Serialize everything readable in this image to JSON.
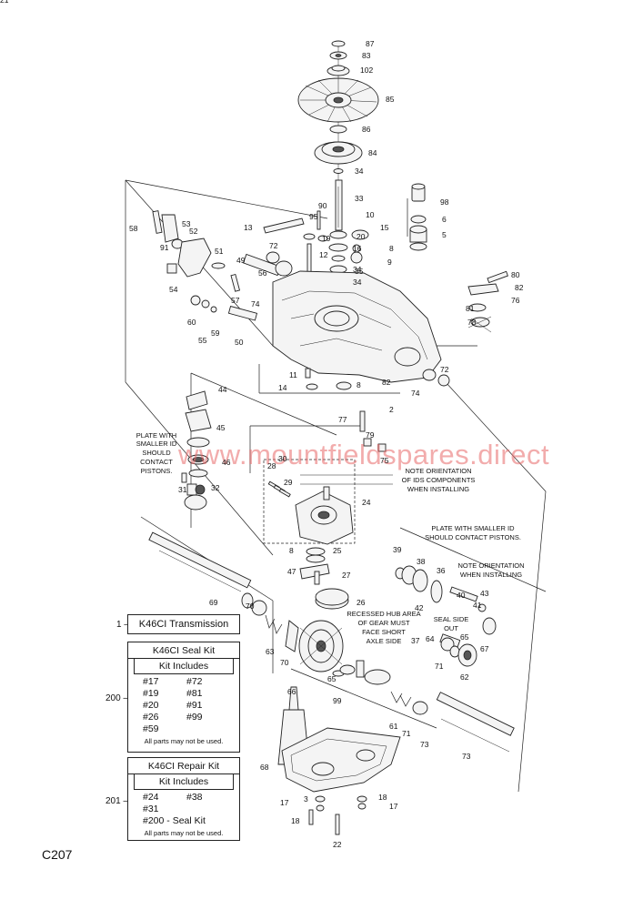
{
  "watermark": "www.mountfieldspares.direct",
  "page_code": "C207",
  "kits": {
    "transmission": {
      "ref": "1",
      "label": "K46CI Transmission"
    },
    "seal_kit": {
      "ref": "200",
      "title": "K46CI Seal Kit",
      "subtitle": "Kit Includes",
      "items": [
        "#17",
        "#72",
        "#19",
        "#81",
        "#20",
        "#91",
        "#26",
        "#99",
        "#59"
      ],
      "note": "All parts may not be used."
    },
    "repair_kit": {
      "ref": "201",
      "title": "K46CI Repair Kit",
      "subtitle": "Kit Includes",
      "items": [
        "#24",
        "#38",
        "#31",
        "",
        "#200 - Seal Kit"
      ],
      "note": "All parts may not be used."
    }
  },
  "notes": {
    "plate_left": [
      "PLATE WITH",
      "SMALLER ID",
      "SHOULD",
      "CONTACT",
      "PISTONS."
    ],
    "ids_orientation": [
      "NOTE ORIENTATION",
      "OF IDS COMPONENTS",
      "WHEN INSTALLING"
    ],
    "plate_right": [
      "PLATE WITH SMALLER ID",
      "SHOULD CONTACT PISTONS."
    ],
    "orientation_right": [
      "NOTE ORIENTATION",
      "WHEN INSTALLING"
    ],
    "seal_side": [
      "SEAL SIDE",
      "OUT"
    ],
    "recessed_hub": [
      "RECESSED HUB AREA",
      "OF GEAR MUST",
      "FACE SHORT",
      "AXLE SIDE"
    ]
  },
  "callouts": [
    "87",
    "83",
    "102",
    "85",
    "86",
    "84",
    "34",
    "33",
    "98",
    "90",
    "95",
    "10",
    "6",
    "13",
    "19",
    "20",
    "15",
    "5",
    "16",
    "8",
    "12",
    "34",
    "9",
    "58",
    "53",
    "52",
    "72",
    "35",
    "91",
    "51",
    "34",
    "49",
    "56",
    "54",
    "57",
    "74",
    "80",
    "82",
    "76",
    "81",
    "60",
    "59",
    "55",
    "50",
    "78",
    "11",
    "8",
    "82",
    "14",
    "74",
    "72",
    "2",
    "44",
    "77",
    "45",
    "79",
    "75",
    "46",
    "30",
    "28",
    "29",
    "24",
    "31",
    "32",
    "25",
    "39",
    "38",
    "8",
    "36",
    "47",
    "27",
    "40",
    "43",
    "26",
    "41",
    "42",
    "69",
    "37",
    "64",
    "65",
    "63",
    "70",
    "71",
    "67",
    "65",
    "62",
    "66",
    "99",
    "61",
    "71",
    "70",
    "73",
    "73",
    "68",
    "3",
    "17",
    "18",
    "17",
    "18",
    "22",
    "21"
  ]
}
